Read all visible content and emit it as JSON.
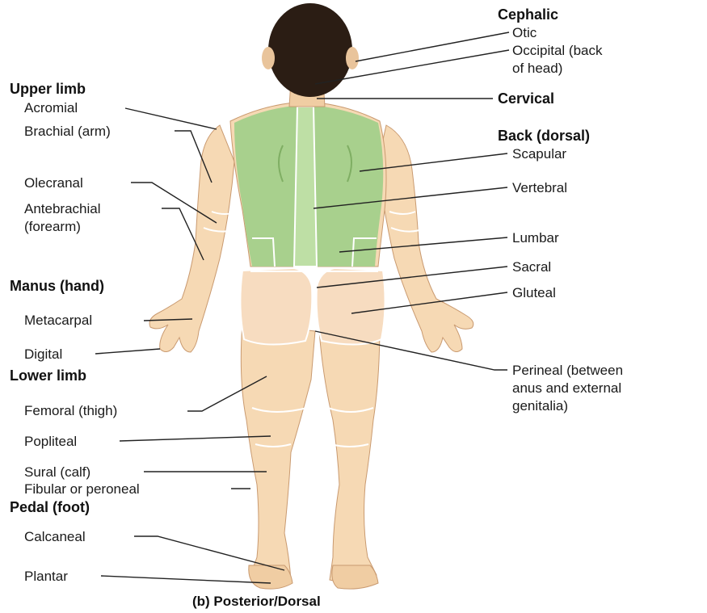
{
  "caption": "(b) Posterior/Dorsal",
  "headers": {
    "upper_limb": "Upper limb",
    "manus": "Manus (hand)",
    "lower_limb": "Lower limb",
    "pedal": "Pedal (foot)",
    "cephalic": "Cephalic",
    "cervical": "Cervical",
    "back": "Back (dorsal)"
  },
  "left_labels": {
    "acromial": "Acromial",
    "brachial": "Brachial (arm)",
    "olecranal": "Olecranal",
    "antebrachial_1": "Antebrachial",
    "antebrachial_2": "(forearm)",
    "metacarpal": "Metacarpal",
    "digital": "Digital",
    "femoral": "Femoral (thigh)",
    "popliteal": "Popliteal",
    "sural": "Sural (calf)",
    "fibular": "Fibular or peroneal",
    "calcaneal": "Calcaneal",
    "plantar": "Plantar"
  },
  "right_labels": {
    "otic": "Otic",
    "occipital_1": "Occipital (back",
    "occipital_2": "of head)",
    "scapular": "Scapular",
    "vertebral": "Vertebral",
    "lumbar": "Lumbar",
    "sacral": "Sacral",
    "gluteal": "Gluteal",
    "perineal_1": "Perineal (between",
    "perineal_2": "anus and external",
    "perineal_3": "genitalia)"
  },
  "colors": {
    "skin": "#f6d9b4",
    "skin_shade": "#e8bf93",
    "back_region": "#a8d08d",
    "hair": "#2b1d14",
    "leader": "#222222",
    "region_line": "#ffffff"
  }
}
